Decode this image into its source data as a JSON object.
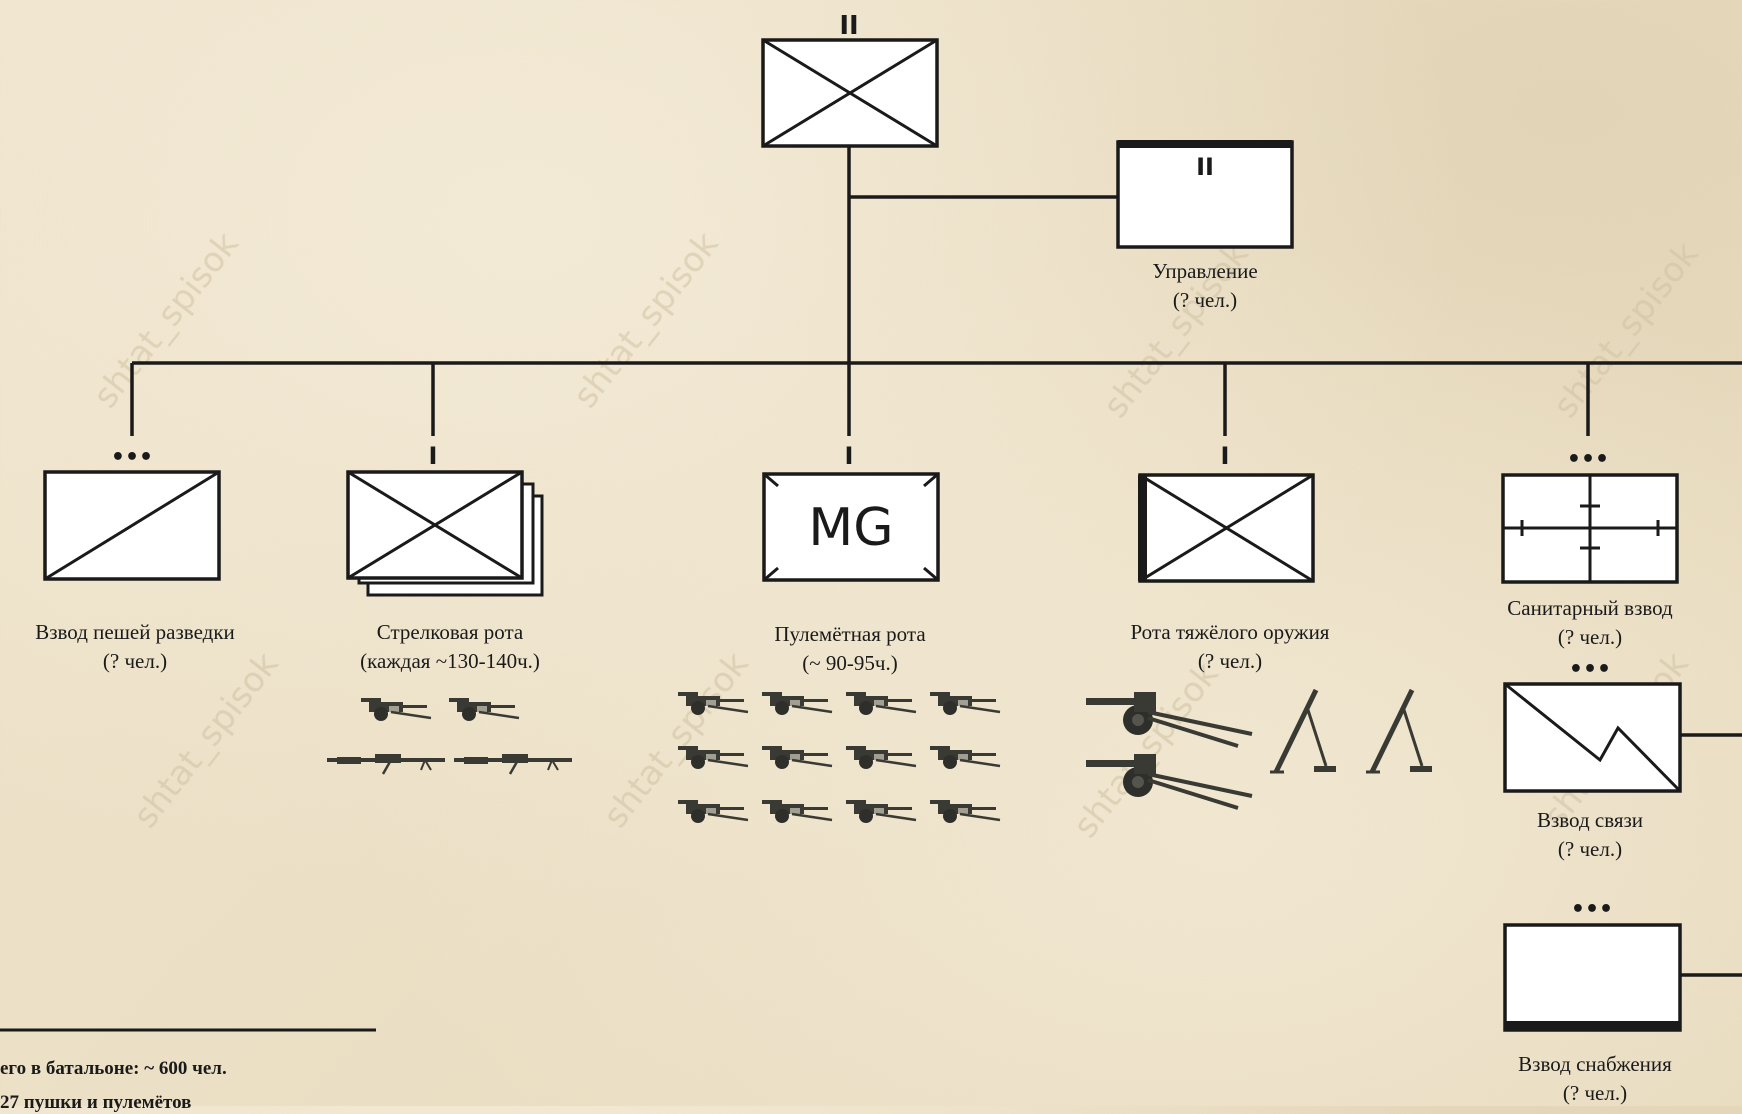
{
  "hq": {
    "echelon": "II"
  },
  "management": {
    "echelon": "II",
    "name": "Управление",
    "count": "(? чел.)"
  },
  "units": {
    "recon": {
      "echelon": "•••",
      "name": "Взвод пешей разведки",
      "count": "(? чел.)"
    },
    "rifle": {
      "echelon": "I",
      "name": "Стрелковая рота",
      "count": "(каждая ~130-140ч.)"
    },
    "mg": {
      "echelon": "I",
      "symbol_text": "MG",
      "name": "Пулемётная рота",
      "count": "(~ 90-95ч.)"
    },
    "heavy": {
      "echelon": "I",
      "name": "Рота тяжёлого оружия",
      "count": "(? чел.)"
    },
    "medical": {
      "echelon": "•••",
      "name": "Санитарный взвод",
      "count": "(? чел.)"
    },
    "signal": {
      "echelon": "•••",
      "name": "Взвод связи",
      "count": "(? чел.)"
    },
    "supply": {
      "echelon": "•••",
      "name": "Взвод снабжения",
      "count": "(? чел.)"
    }
  },
  "summary": {
    "total": "его в батальоне: ~ 600 чел.",
    "line2": "27 пушки и пулемётов"
  },
  "watermark": "shtat_spisok",
  "colors": {
    "ink": "#1a1a1a",
    "weapon": "#3a3a34",
    "paper": "#eadfc6"
  }
}
